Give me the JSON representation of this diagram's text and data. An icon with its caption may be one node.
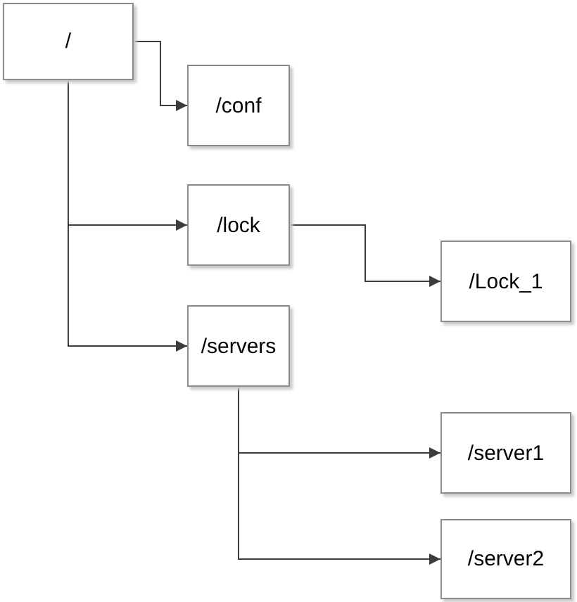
{
  "diagram": {
    "nodes": [
      {
        "text": [
          "/"
        ]
      },
      {
        "text": [
          "/conf"
        ]
      },
      {
        "text": [
          "/lock"
        ]
      },
      {
        "text": [
          "/Lock_1"
        ]
      },
      {
        "text": [
          "/servers"
        ]
      },
      {
        "text": [
          "/server1"
        ]
      },
      {
        "text": [
          "/server2"
        ]
      }
    ],
    "edges": [
      {
        "from": 0,
        "to": 1,
        "arrow": "to"
      },
      {
        "from": 0,
        "to": 2,
        "arrow": "to"
      },
      {
        "from": 0,
        "to": 4,
        "arrow": "to"
      },
      {
        "from": 2,
        "to": 3,
        "arrow": "to"
      },
      {
        "from": 4,
        "to": 5,
        "arrow": "to"
      },
      {
        "from": 4,
        "to": 6,
        "arrow": "to"
      }
    ]
  }
}
